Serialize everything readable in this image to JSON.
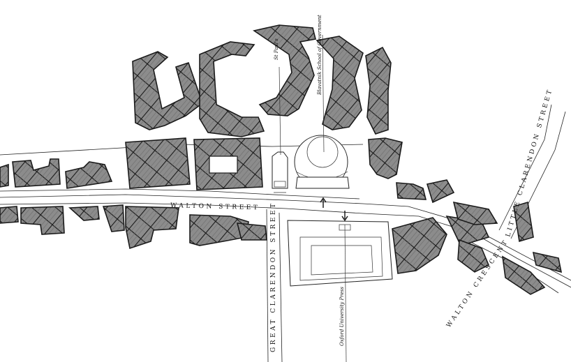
{
  "map": {
    "streets": {
      "walton_street": "WALTON STREET",
      "great_clarendon_street": "GREAT CLARENDON STREET",
      "little_clarendon_street": "LITTLE CLARENDON STREET",
      "walton_crescent": "WALTON CRESCENT"
    },
    "annotations": {
      "st_pauls": "St Paul's",
      "blavatnik": "Blavatnik School of Government",
      "oup": "Oxford University Press"
    },
    "colors": {
      "ink": "#1a1a1a",
      "paper": "#ffffff",
      "hatch_fill": "#8c8c8c"
    }
  }
}
